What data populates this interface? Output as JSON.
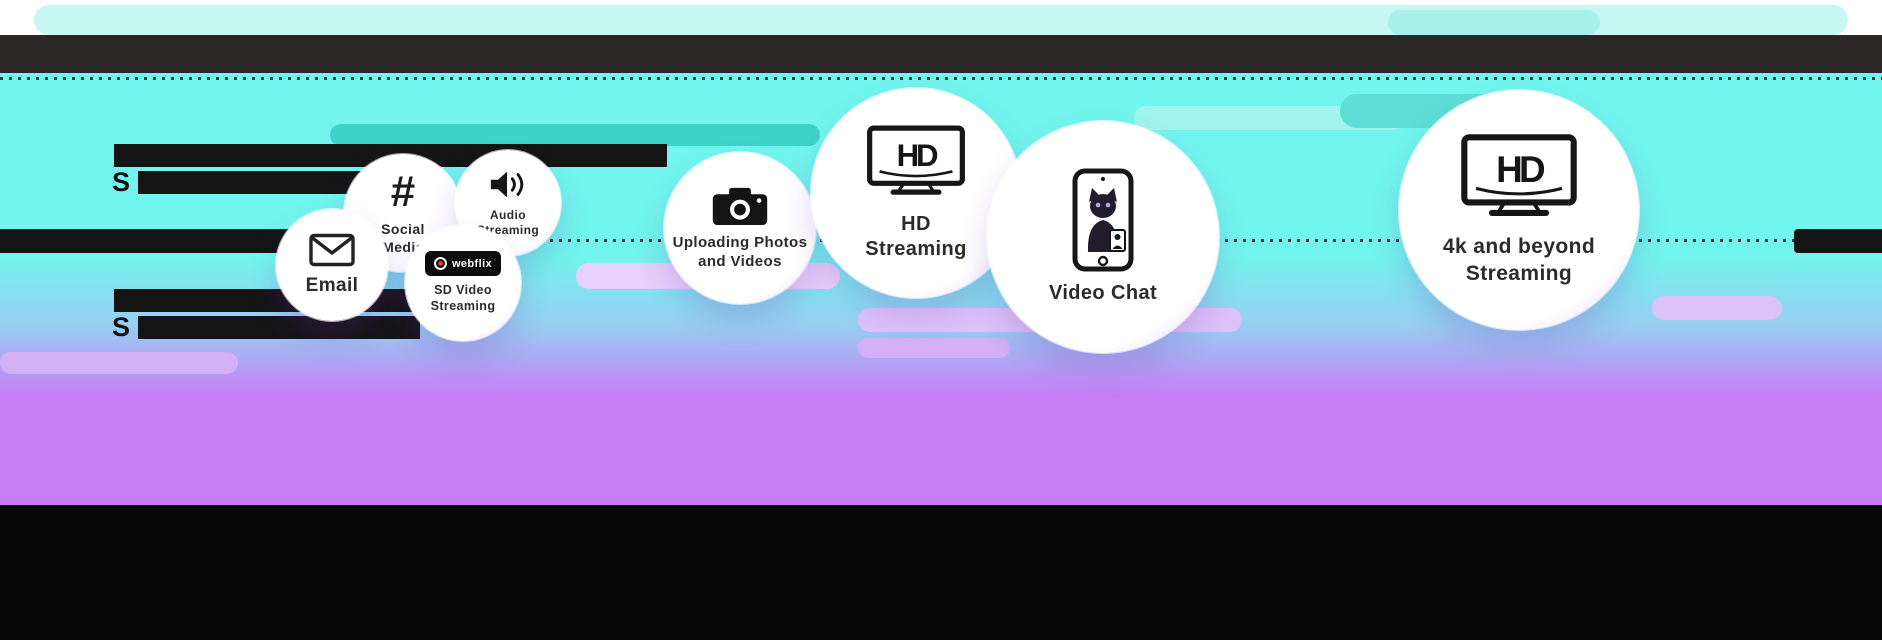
{
  "colors": {
    "cyan_bg": "#72f5ee",
    "purple_bg": "#c67df6",
    "light_cyan_banner": "#c6f7f3",
    "teal_pill": "#3fd2ca",
    "lavender_pill": "#dcc2f9",
    "header_bar": "#2b2726",
    "footer_bar": "#060606",
    "redacted_bar": "#141414"
  },
  "redacted": {
    "top_block_letter": "S",
    "bottom_block_letter": "S"
  },
  "bubbles": [
    {
      "id": "email",
      "label": "Email"
    },
    {
      "id": "social-media",
      "label": "Social\nMedia",
      "glyph": "#"
    },
    {
      "id": "audio-streaming",
      "label": "Audio\nStreaming"
    },
    {
      "id": "sd-video-streaming",
      "label": "SD Video\nStreaming",
      "logo": "webflix"
    },
    {
      "id": "uploading-photos",
      "label": "Uploading Photos\nand Videos"
    },
    {
      "id": "hd-streaming",
      "label": "HD\nStreaming",
      "tv_text": "HD"
    },
    {
      "id": "video-chat",
      "label": "Video Chat"
    },
    {
      "id": "4k-streaming",
      "label": "4k and beyond\nStreaming",
      "tv_text": "HD"
    }
  ]
}
